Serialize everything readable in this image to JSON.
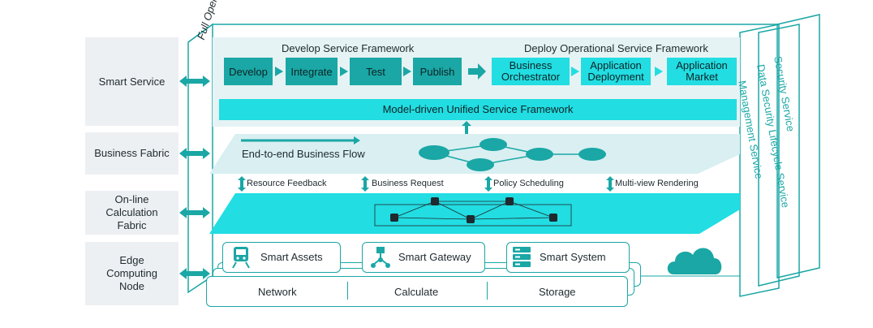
{
  "colors": {
    "teal": "#1aa7a5",
    "cyan": "#22dde2",
    "panel": "#e6f3f4",
    "grey": "#edf0f3"
  },
  "full_open": "Full Open",
  "left_labels": {
    "smart_service": "Smart Service",
    "business_fabric": "Business Fabric",
    "online_calc": "On-line Calculation Fabric",
    "edge_node": "Edge Computing Node"
  },
  "develop_framework": {
    "title": "Develop Service Framework",
    "stages": [
      "Develop",
      "Integrate",
      "Test",
      "Publish"
    ]
  },
  "deploy_framework": {
    "title": "Deploy Operational Service Framework",
    "stages": [
      "Business Orchestrator",
      "Application Deployment",
      "Application Market"
    ]
  },
  "unified_framework": "Model-driven Unified Service Framework",
  "business_flow": "End-to-end Business Flow",
  "interactions": [
    "Resource Feedback",
    "Business Request",
    "Policy Scheduling",
    "Multi-view Rendering"
  ],
  "edge_items": [
    "Smart Assets",
    "Smart Gateway",
    "Smart System"
  ],
  "base_items": [
    "Network",
    "Calculate",
    "Storage"
  ],
  "side_services": [
    "Security Service",
    "Data Security Lifecycle Service",
    "Management Service"
  ],
  "icons": [
    "double-arrow-icon",
    "train-icon",
    "gateway-icon",
    "server-icon",
    "cloud-icon",
    "network-node-icon"
  ]
}
